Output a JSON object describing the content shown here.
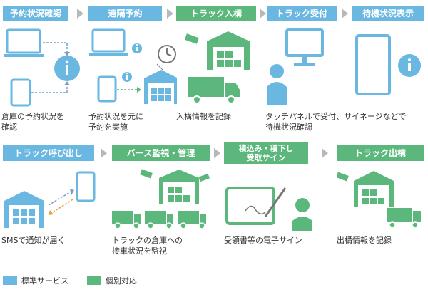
{
  "colors": {
    "standard": "#6ab8e2",
    "custom": "#5bb77c",
    "arrow": "#b8b8b8"
  },
  "row1": {
    "steps": [
      "予約状況確認",
      "遠隔予約",
      "トラック入構",
      "トラック受付",
      "待機状況表示"
    ],
    "desc_reservation_check": [
      "倉庫の予約状況を",
      "確認"
    ],
    "desc_remote_reservation": [
      "予約状況を元に",
      "予約を実施"
    ],
    "desc_truck_entry": [
      "入構情報を記録"
    ],
    "desc_reception": [
      "タッチパネルで受付、サイネージなどで",
      "待機状況確認"
    ]
  },
  "row2": {
    "steps": [
      "トラック呼び出し",
      "バース監視・管理",
      "積込み・積下し",
      "受取サイン",
      "トラック出構"
    ],
    "desc_call": [
      "SMSで通知が届く"
    ],
    "desc_berth": [
      "トラックの倉庫への",
      "接車状況を監視"
    ],
    "desc_sign": [
      "受領書等の電子サイン"
    ],
    "desc_exit": [
      "出構情報を記録"
    ]
  },
  "legend": {
    "standard": "標準サービス",
    "custom": "個別対応"
  },
  "icons": [
    "laptop-icon",
    "tablet-icon",
    "info-icon",
    "clock-icon",
    "warehouse-icon",
    "truck-icon",
    "monitor-icon",
    "person-icon",
    "signage-icon",
    "smartphone-icon",
    "camera-icon",
    "pen-icon"
  ]
}
